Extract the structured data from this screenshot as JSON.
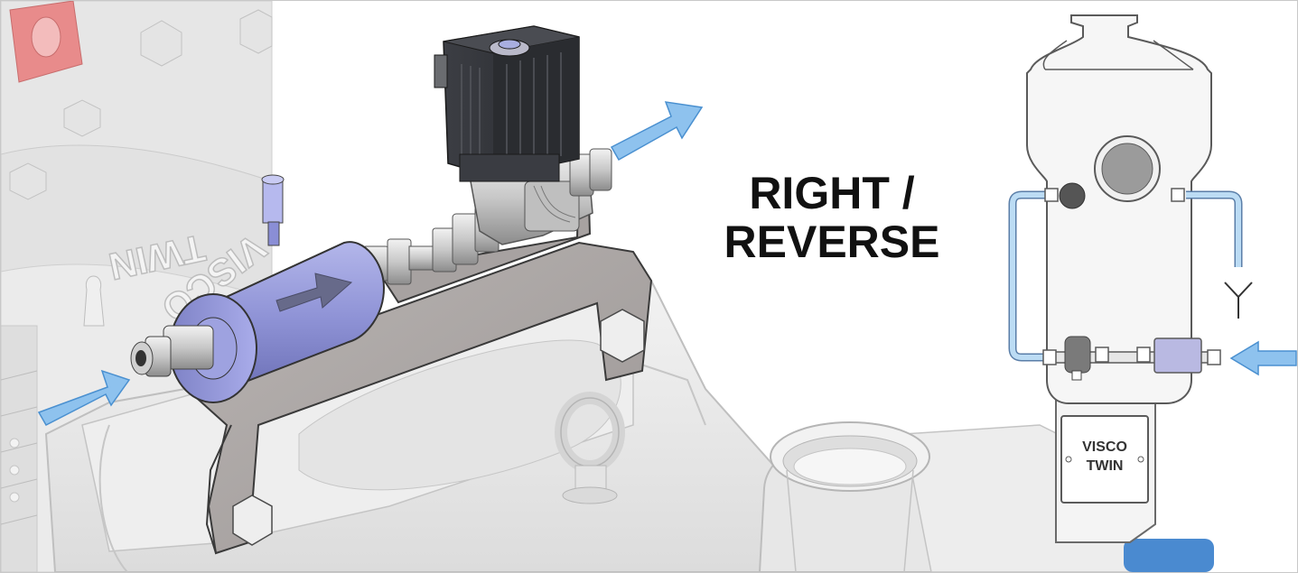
{
  "label": {
    "line1": "RIGHT /",
    "line2": "REVERSE"
  },
  "badge": {
    "line1": "VISCO",
    "line2": "TWIN"
  },
  "embossed_text": {
    "line1": "VISCO",
    "line2": "TWIN"
  },
  "colors": {
    "flow_arrow": "#8ec2ee",
    "flow_arrow_stroke": "#4a90d0",
    "filter_body": "#8f93d6",
    "solenoid": "#2f3136",
    "pipe_line": "#8fbfe6",
    "machine_gray": "#e9e9e9",
    "red_eye": "#e88b8b"
  },
  "icons": [
    "flow-arrow-in",
    "flow-arrow-out",
    "flow-arrow-schematic",
    "direction-arrow"
  ]
}
